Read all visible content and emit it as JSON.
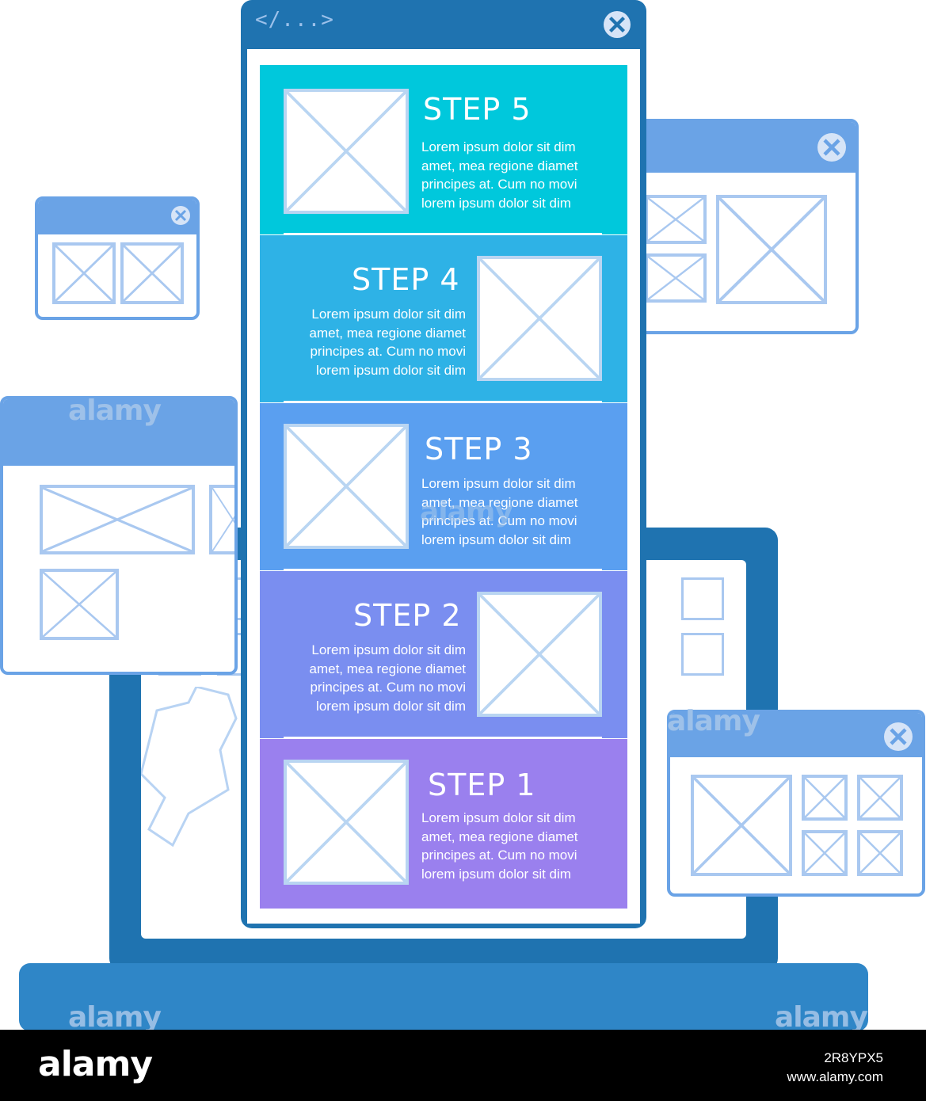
{
  "phone": {
    "code_label": "</...>"
  },
  "steps": [
    {
      "title": "STEP 5",
      "text": "Lorem ipsum dolor sit dim amet, mea regione diamet principes at. Cum no movi lorem ipsum dolor sit dim",
      "color": "#00c8dc"
    },
    {
      "title": "STEP 4",
      "text": "Lorem ipsum dolor sit dim amet, mea regione diamet principes at. Cum no movi lorem ipsum dolor sit dim",
      "color": "#2eb2e6"
    },
    {
      "title": "STEP 3",
      "text": "Lorem ipsum dolor sit dim amet, mea regione diamet principes at. Cum no movi lorem ipsum dolor sit dim",
      "color": "#5a9ff0"
    },
    {
      "title": "STEP 2",
      "text": "Lorem ipsum dolor sit dim amet, mea regione diamet principes at. Cum no movi lorem ipsum dolor sit dim",
      "color": "#7a8ef0"
    },
    {
      "title": "STEP 1",
      "text": "Lorem ipsum dolor sit dim amet, mea regione diamet principes at. Cum no movi lorem ipsum dolor sit dim",
      "color": "#9a80ee"
    }
  ],
  "watermark": "alamy",
  "footer": {
    "logo": "alamy",
    "image_id": "2R8YPX5",
    "url": "www.alamy.com"
  },
  "colors": {
    "dark_blue": "#1f73b0",
    "window_blue": "#6aa3e6",
    "placeholder_stroke": "#a9c8f0"
  },
  "icons": [
    "close-icon",
    "image-placeholder-icon",
    "code-icon"
  ]
}
